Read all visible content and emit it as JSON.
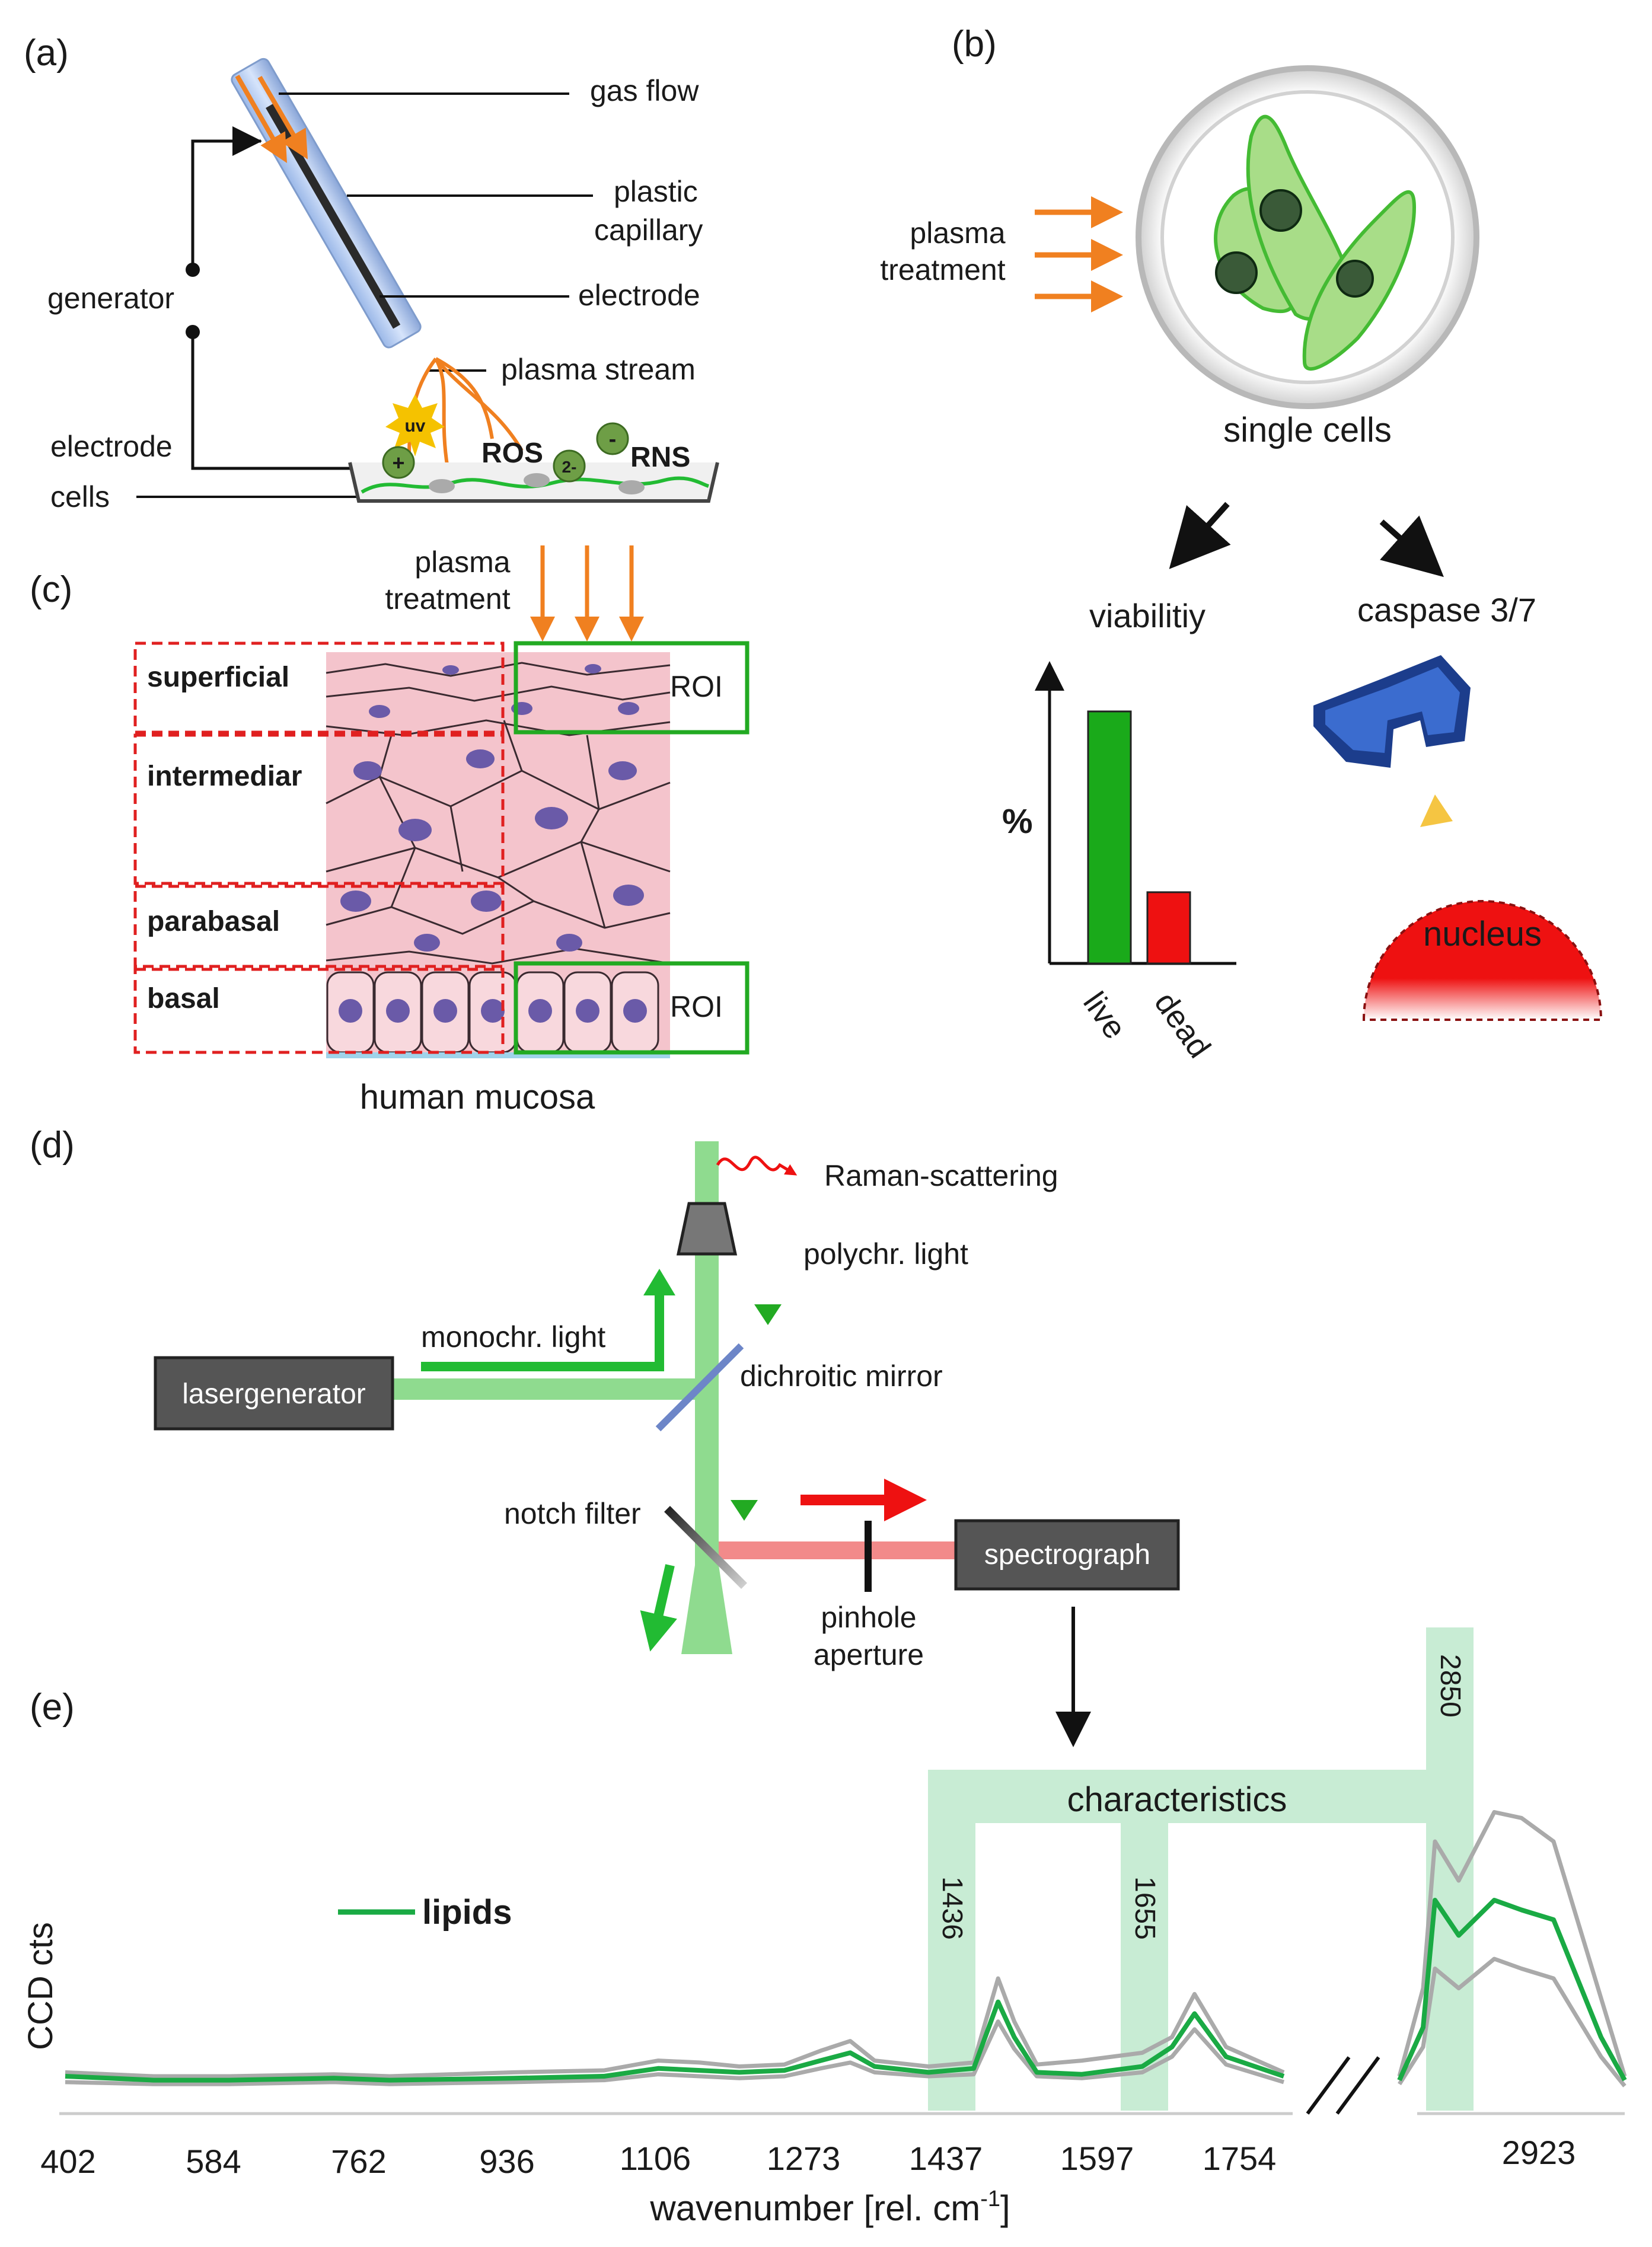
{
  "panels": {
    "a": "(a)",
    "b": "(b)",
    "c": "(c)",
    "d": "(d)",
    "e": "(e)"
  },
  "panel_a": {
    "gas_flow": "gas flow",
    "plastic": "plastic",
    "capillary": "capillary",
    "electrode_top": "electrode",
    "plasma_stream": "plasma stream",
    "generator": "generator",
    "electrode_bottom": "electrode",
    "cells": "cells",
    "uv": "uv",
    "ros": "ROS",
    "rns": "RNS",
    "plus": "+",
    "minus": "-",
    "two_minus": "2-"
  },
  "panel_b": {
    "plasma": "plasma",
    "treatment": "treatment",
    "single_cells": "single cells",
    "viability": "viabilitiy",
    "caspase": "caspase 3/7",
    "percent": "%",
    "live": "live",
    "dead": "dead",
    "nucleus": "nucleus",
    "bars": [
      {
        "label": "live",
        "fraction": 0.92,
        "color": "#1aaa1a"
      },
      {
        "label": "dead",
        "fraction": 0.26,
        "color": "#ee1111"
      }
    ]
  },
  "panel_c": {
    "plasma": "plasma",
    "treatment": "treatment",
    "layers": [
      "superficial",
      "intermediar",
      "parabasal",
      "basal"
    ],
    "roi": "ROI",
    "caption": "human mucosa"
  },
  "panel_d": {
    "raman": "Raman-scattering",
    "polychr": "polychr. light",
    "monochr": "monochr. light",
    "laser": "lasergenerator",
    "dichroic": "dichroitic mirror",
    "notch": "notch filter",
    "spectrograph": "spectrograph",
    "pinhole": "pinhole",
    "aperture": "aperture"
  },
  "colors": {
    "laser_green": "#22bb33",
    "scatter_red": "#ee1111",
    "arrow_orange": "#f08020",
    "roi_green": "#22aa22",
    "layer_red": "#e02020",
    "band_green": "#c8ecd4"
  },
  "chart_data": {
    "type": "line",
    "title": "",
    "xlabel": "wavenumber [rel. cm-1]",
    "ylabel": "CCD cts",
    "x_tick_labels": [
      "402",
      "584",
      "762",
      "936",
      "1106",
      "1273",
      "1437",
      "1597",
      "1754",
      "2923"
    ],
    "axis_break": true,
    "band_header": "characteristics",
    "bands": [
      "1436",
      "1655",
      "2850"
    ],
    "legend": {
      "label": "lipids",
      "position": "left"
    },
    "series": [
      {
        "name": "lipids",
        "color": "#1aaa44",
        "x": [
          402,
          500,
          584,
          700,
          762,
          900,
          1000,
          1060,
          1106,
          1150,
          1200,
          1240,
          1273,
          1300,
          1360,
          1410,
          1437,
          1455,
          1480,
          1530,
          1597,
          1630,
          1655,
          1690,
          1754,
          2820,
          2840,
          2850,
          2870,
          2900,
          2923,
          2950,
          2990,
          3010
        ],
        "y": [
          0.1,
          0.08,
          0.08,
          0.09,
          0.08,
          0.09,
          0.1,
          0.14,
          0.13,
          0.12,
          0.13,
          0.18,
          0.22,
          0.15,
          0.12,
          0.14,
          0.48,
          0.3,
          0.12,
          0.11,
          0.15,
          0.25,
          0.42,
          0.2,
          0.1,
          0.08,
          0.35,
          1.0,
          0.82,
          1.0,
          0.95,
          0.9,
          0.3,
          0.08
        ]
      },
      {
        "color": "#aaaaaa",
        "x": [
          402,
          500,
          584,
          700,
          762,
          900,
          1000,
          1060,
          1106,
          1150,
          1200,
          1240,
          1273,
          1300,
          1360,
          1410,
          1437,
          1455,
          1480,
          1530,
          1597,
          1630,
          1655,
          1690,
          1754,
          2820,
          2840,
          2850,
          2870,
          2900,
          2923,
          2950,
          2990,
          3010
        ],
        "y": [
          0.12,
          0.1,
          0.1,
          0.11,
          0.1,
          0.12,
          0.13,
          0.18,
          0.17,
          0.15,
          0.16,
          0.23,
          0.28,
          0.18,
          0.15,
          0.17,
          0.6,
          0.38,
          0.16,
          0.18,
          0.22,
          0.3,
          0.52,
          0.25,
          0.12,
          0.1,
          0.55,
          1.3,
          1.1,
          1.45,
          1.42,
          1.3,
          0.5,
          0.1
        ]
      },
      {
        "color": "#aaaaaa",
        "x": [
          402,
          500,
          584,
          700,
          762,
          900,
          1000,
          1060,
          1106,
          1150,
          1200,
          1240,
          1273,
          1300,
          1360,
          1410,
          1437,
          1455,
          1480,
          1530,
          1597,
          1630,
          1655,
          1690,
          1754,
          2820,
          2840,
          2850,
          2870,
          2900,
          2923,
          2950,
          2990,
          3010
        ],
        "y": [
          0.07,
          0.06,
          0.06,
          0.07,
          0.06,
          0.07,
          0.08,
          0.11,
          0.1,
          0.09,
          0.1,
          0.14,
          0.17,
          0.12,
          0.1,
          0.11,
          0.38,
          0.24,
          0.1,
          0.09,
          0.12,
          0.2,
          0.34,
          0.16,
          0.07,
          0.06,
          0.25,
          0.65,
          0.55,
          0.7,
          0.65,
          0.6,
          0.2,
          0.05
        ]
      }
    ]
  }
}
